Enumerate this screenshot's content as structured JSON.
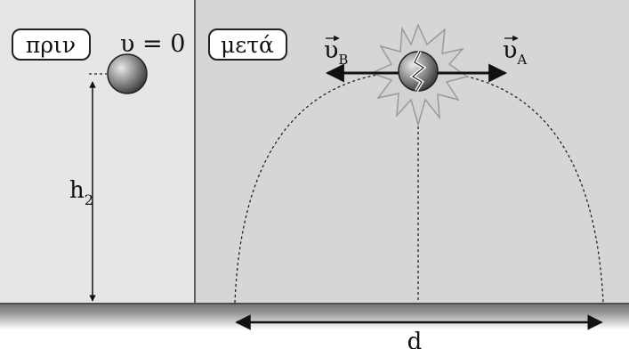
{
  "panels": {
    "before": {
      "label": "πριν",
      "velocity_label": "υ = 0"
    },
    "after": {
      "label": "μετά"
    }
  },
  "labels": {
    "height_base": "h",
    "height_sub": "2",
    "distance": "d",
    "vB_base": "υ",
    "vB_sub": "B",
    "vA_base": "υ",
    "vA_sub": "A"
  },
  "colors": {
    "panel_before_bg": "#e6e6e6",
    "panel_after_bg": "#d6d6d6",
    "ground": "#8c8c8c",
    "ball": "#8a8a8a",
    "explosion": "#cfcfcf"
  },
  "icons": [
    "vector-arrow-icon",
    "explosion-icon",
    "ball-icon"
  ]
}
